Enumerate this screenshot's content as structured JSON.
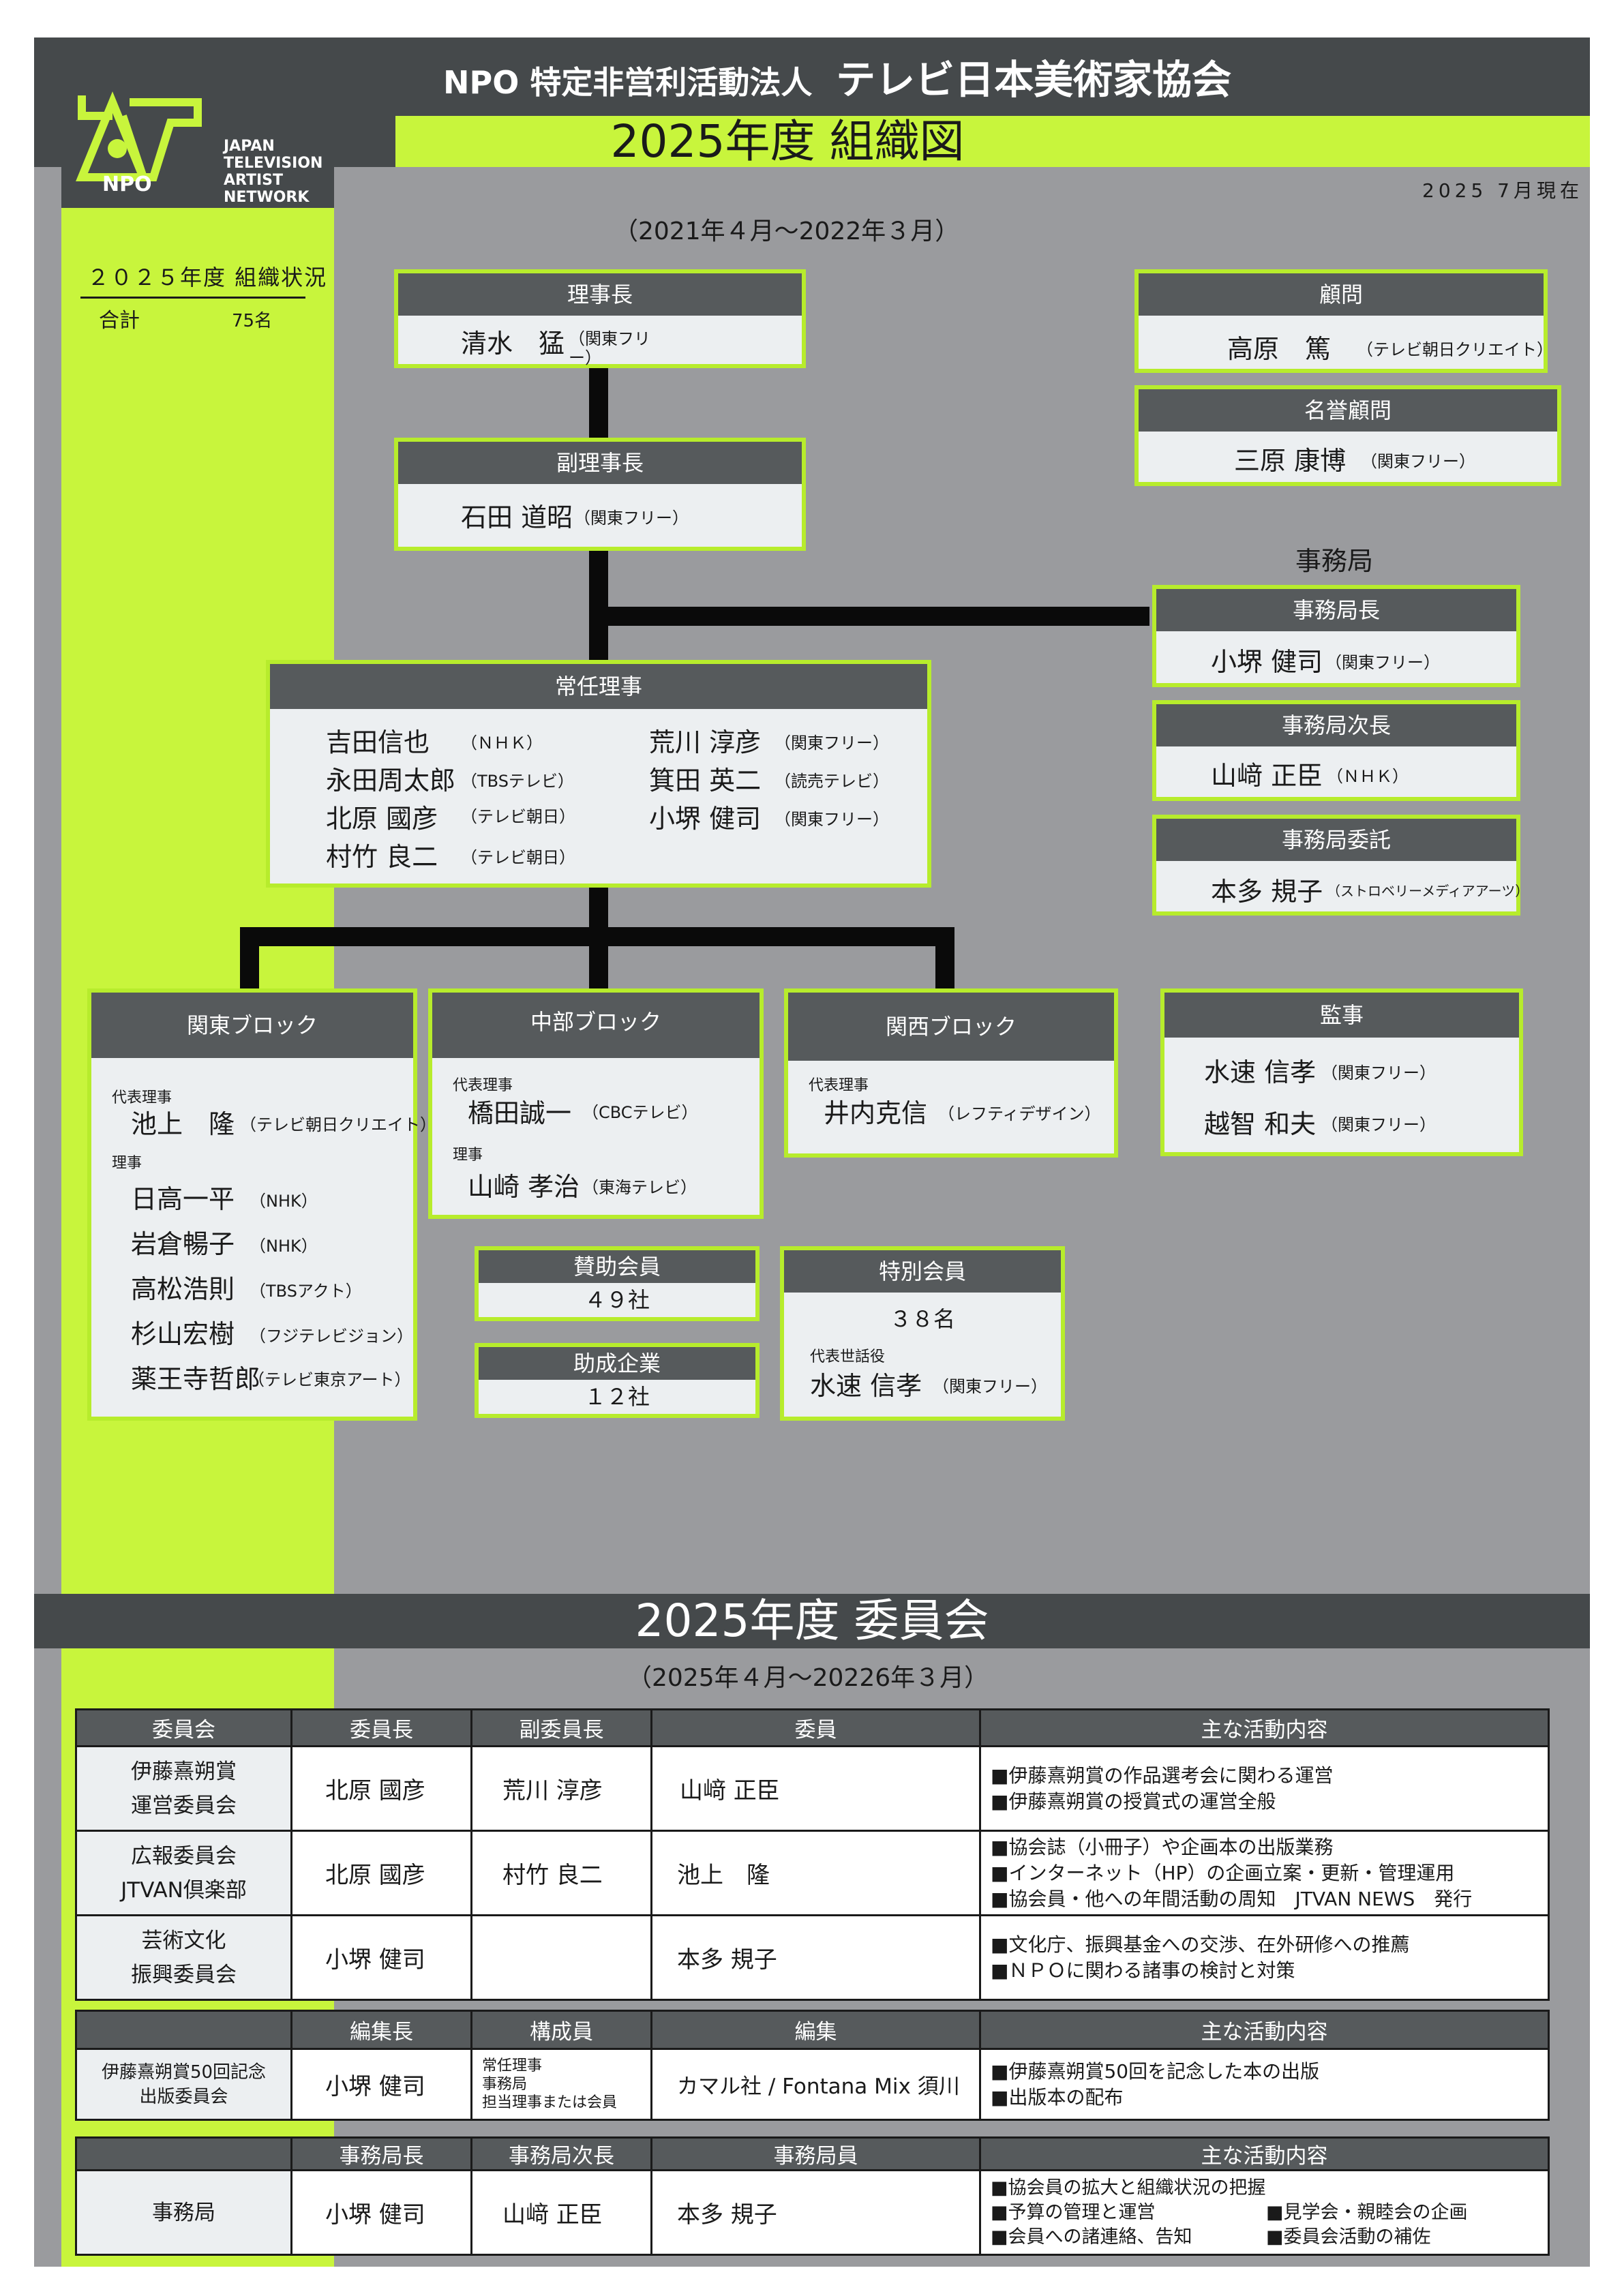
{
  "header": {
    "org_prefix": "NPO 特定非営利活動法人",
    "org_name": "テレビ日本美術家協会",
    "logo_npo": "NPO",
    "logo_lines": [
      "JAPAN",
      "TELEVISION",
      "ARTIST",
      "NETWORK"
    ],
    "year_title": "2025年度 組織図",
    "date_note": "2025 7月現在",
    "period": "（2021年４月〜2022年３月）"
  },
  "status": {
    "title": "２０２５年度 組織状況",
    "total_label": "合計",
    "total_value": "75名"
  },
  "chairman": {
    "title": "理事長",
    "name": "清水　猛",
    "aff": "（関東フリー）"
  },
  "vice_chairman": {
    "title": "副理事長",
    "name": "石田 道昭",
    "aff": "（関東フリー）"
  },
  "standing": {
    "title": "常任理事",
    "left": [
      {
        "name": "吉田信也",
        "aff": "（ＮＨＫ）"
      },
      {
        "name": "永田周太郎",
        "aff": "（TBSテレビ）"
      },
      {
        "name": "北原 國彦",
        "aff": "（テレビ朝日）"
      },
      {
        "name": "村竹 良二",
        "aff": "（テレビ朝日）"
      }
    ],
    "right": [
      {
        "name": "荒川 淳彦",
        "aff": "（関東フリー）"
      },
      {
        "name": "箕田 英二",
        "aff": "（読売テレビ）"
      },
      {
        "name": "小堺 健司",
        "aff": "（関東フリー）"
      }
    ]
  },
  "advisor": {
    "title": "顧問",
    "name": "高原　篤",
    "aff": "（テレビ朝日クリエイト）"
  },
  "honorary": {
    "title": "名誉顧問",
    "name": "三原 康博",
    "aff": "（関東フリー）"
  },
  "office_label": "事務局",
  "office_chief": {
    "title": "事務局長",
    "name": "小堺 健司",
    "aff": "（関東フリー）"
  },
  "office_deputy": {
    "title": "事務局次長",
    "name": "山﨑 正臣",
    "aff": "（ＮＨＫ）"
  },
  "office_outsource": {
    "title": "事務局委託",
    "name": "本多 規子",
    "aff": "（ストロベリーメディアアーツ）"
  },
  "kanto": {
    "title": "関東ブロック",
    "rep_label": "代表理事",
    "rep": {
      "name": "池上　隆",
      "aff": "（テレビ朝日クリエイト）"
    },
    "dir_label": "理事",
    "directors": [
      {
        "name": "日高一平",
        "aff": "（NHK）"
      },
      {
        "name": "岩倉暢子",
        "aff": "（NHK）"
      },
      {
        "name": "高松浩則",
        "aff": "（TBSアクト）"
      },
      {
        "name": "杉山宏樹",
        "aff": "（フジテレビジョン）"
      },
      {
        "name": "薬王寺哲郎",
        "aff": "（テレビ東京アート）"
      }
    ]
  },
  "chubu": {
    "title": "中部ブロック",
    "rep_label": "代表理事",
    "rep": {
      "name": "橋田誠一",
      "aff": "（CBCテレビ）"
    },
    "dir_label": "理事",
    "director": {
      "name": "山崎 孝治",
      "aff": "（東海テレビ）"
    }
  },
  "kansai": {
    "title": "関西ブロック",
    "rep_label": "代表理事",
    "rep": {
      "name": "井内克信",
      "aff": "（レフティデザイン）"
    }
  },
  "auditor": {
    "title": "監事",
    "members": [
      {
        "name": "水速 信孝",
        "aff": "（関東フリー）"
      },
      {
        "name": "越智 和夫",
        "aff": "（関東フリー）"
      }
    ]
  },
  "supporting": {
    "title": "賛助会員",
    "value": "４９社"
  },
  "grant": {
    "title": "助成企業",
    "value": "１２社"
  },
  "special": {
    "title": "特別会員",
    "value": "３８名",
    "rep_label": "代表世話役",
    "rep_name": "水速 信孝",
    "rep_aff": "（関東フリー）"
  },
  "committee": {
    "title": "2025年度 委員会",
    "period": "（2025年４月〜20226年３月）",
    "headers": [
      "委員会",
      "委員長",
      "副委員長",
      "委員",
      "主な活動内容"
    ],
    "rows": [
      {
        "name1": "伊藤熹朔賞",
        "name2": "運営委員会",
        "chair": "北原 國彦",
        "vice": "荒川 淳彦",
        "member": "山﨑 正臣",
        "acts": [
          "■伊藤熹朔賞の作品選考会に関わる運営",
          "■伊藤熹朔賞の授賞式の運営全般"
        ]
      },
      {
        "name1": "広報委員会",
        "name2": "JTVAN倶楽部",
        "chair": "北原 國彦",
        "vice": "村竹 良二",
        "member": "池上　隆",
        "acts": [
          "■協会誌（小冊子）や企画本の出版業務",
          "■インターネット（HP）の企画立案・更新・管理運用",
          "■協会員・他への年間活動の周知　JTVAN NEWS　発行"
        ]
      },
      {
        "name1": "芸術文化",
        "name2": "振興委員会",
        "chair": "小堺 健司",
        "vice": "",
        "member": "本多 規子",
        "acts": [
          "■文化庁、振興基金への交渉、在外研修への推薦",
          "■ＮＰＯに関わる諸事の検討と対策"
        ]
      }
    ],
    "pub_headers": [
      "",
      "編集長",
      "構成員",
      "編集",
      "主な活動内容"
    ],
    "pub": {
      "name1": "伊藤熹朔賞50回記念",
      "name2": "出版委員会",
      "chief": "小堺 健司",
      "staff": [
        "常任理事",
        "事務局",
        "担当理事または会員"
      ],
      "editor": "カマル社 / Fontana Mix 須川",
      "acts": [
        "■伊藤熹朔賞50回を記念した本の出版",
        "■出版本の配布"
      ]
    },
    "office_headers": [
      "",
      "事務局長",
      "事務局次長",
      "事務局員",
      "主な活動内容"
    ],
    "office": {
      "name": "事務局",
      "chief": "小堺 健司",
      "deputy": "山﨑 正臣",
      "staff": "本多 規子",
      "acts_full": "■協会員の拡大と組織状況の把握",
      "acts_left": [
        "■予算の管理と運営",
        "■会員への諸連絡、告知"
      ],
      "acts_right": [
        "■見学会・親睦会の企画",
        "■委員会活動の補佐"
      ]
    }
  },
  "colors": {
    "lime": "#c8f53c",
    "dark": "#45494b",
    "gray": "#9a9b9e",
    "header_cell": "#565a5c"
  }
}
